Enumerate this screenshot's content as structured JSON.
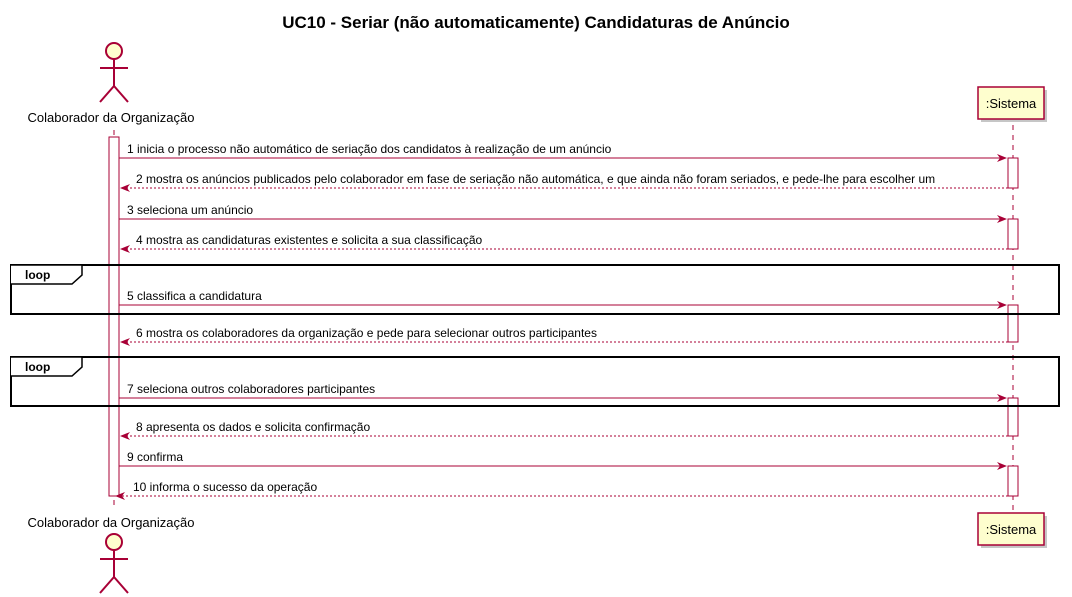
{
  "title": "UC10 - Seriar (não automaticamente) Candidaturas de Anúncio",
  "colors": {
    "arrow": "#a80036",
    "actor_fill": "#fefece",
    "actor_stroke": "#a80036",
    "lifeline": "#a80036",
    "box_fill": "#fefece",
    "frame": "#000000"
  },
  "participants": {
    "actor": {
      "label": "Colaborador da Organização",
      "icon": "stick-figure-icon"
    },
    "system": {
      "label": ":Sistema"
    }
  },
  "messages": [
    {
      "text": "1 inicia o processo não automático de seriação dos candidatos à realização de um anúncio",
      "direction": "request"
    },
    {
      "text": "2 mostra os anúncios publicados pelo colaborador em fase de seriação não automática, e que ainda não foram seriados, e pede-lhe para escolher um",
      "direction": "reply"
    },
    {
      "text": "3 seleciona um anúncio",
      "direction": "request"
    },
    {
      "text": "4 mostra as candidaturas existentes e solicita a sua classificação",
      "direction": "reply"
    },
    {
      "text": "5 classifica a candidatura",
      "direction": "request"
    },
    {
      "text": "6 mostra os colaboradores da organização e pede para selecionar outros participantes",
      "direction": "reply"
    },
    {
      "text": "7 seleciona outros colaboradores participantes",
      "direction": "request"
    },
    {
      "text": "8 apresenta os dados e solicita confirmação",
      "direction": "reply"
    },
    {
      "text": "9 confirma",
      "direction": "request"
    },
    {
      "text": "10 informa o sucesso da operação",
      "direction": "reply"
    }
  ],
  "loops": [
    {
      "label": "loop",
      "contains_message": 5
    },
    {
      "label": "loop",
      "contains_message": 7
    }
  ]
}
